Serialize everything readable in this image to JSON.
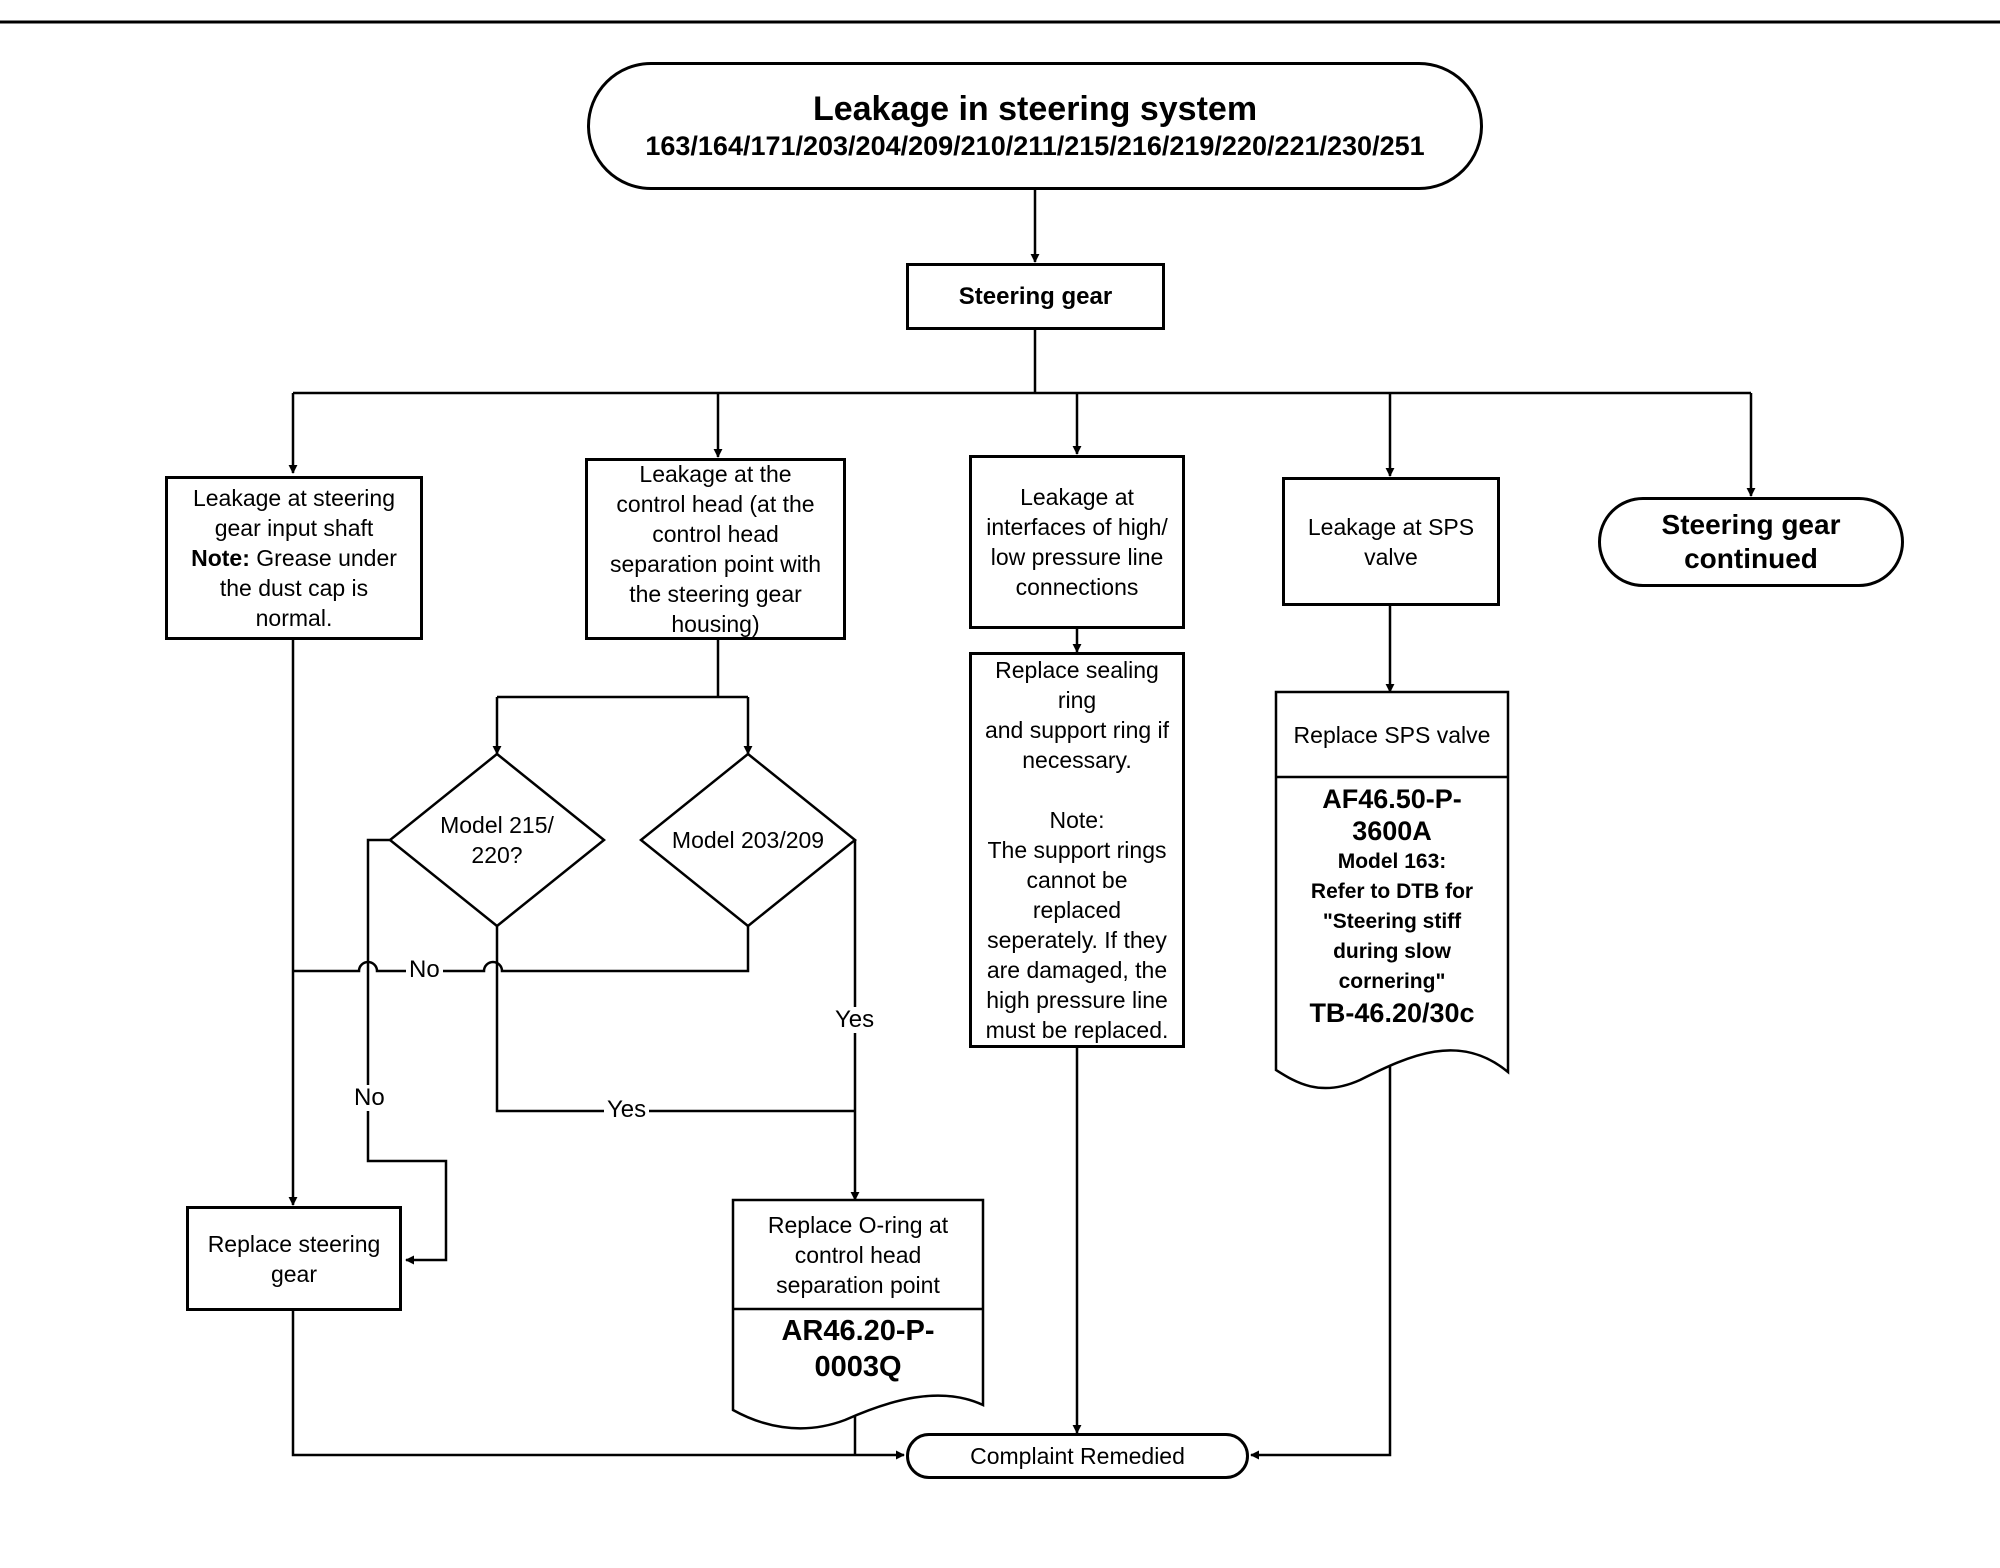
{
  "diagram": {
    "title": {
      "line1": "Leakage in steering system",
      "line2": "163/164/171/203/204/209/210/211/215/216/219/220/221/230/251"
    },
    "steering_gear": "Steering gear",
    "input_shaft": {
      "line1": "Leakage at steering",
      "line2": "gear input shaft",
      "note_label": "Note:",
      "line3": " Grease under",
      "line4": "the dust cap is",
      "line5": "normal."
    },
    "control_head": [
      "Leakage at the",
      "control head (at the",
      "control head",
      "separation point with",
      "the steering gear",
      "housing)"
    ],
    "interfaces": [
      "Leakage at",
      "interfaces of high/",
      "low pressure line",
      "connections"
    ],
    "sps_leak": [
      "Leakage at SPS",
      "valve"
    ],
    "continued": [
      "Steering gear",
      "continued"
    ],
    "decision_215": [
      "Model 215/",
      "220?"
    ],
    "decision_203": "Model 203/209",
    "replace_sealing": [
      "Replace sealing",
      "ring",
      "and support ring if",
      "necessary.",
      "",
      "Note:",
      "The support rings",
      "cannot be",
      "replaced",
      "seperately. If they",
      "are damaged, the",
      "high pressure line",
      "must be replaced."
    ],
    "replace_sps": {
      "header": "Replace SPS valve",
      "ref1": "AF46.50-P-",
      "ref2": "3600A",
      "line1": "Model 163:",
      "line2": "Refer to DTB for",
      "line3": "\"Steering stiff",
      "line4": "during slow",
      "line5": "cornering\"",
      "ref3": "TB-46.20/30c"
    },
    "replace_steering": [
      "Replace steering",
      "gear"
    ],
    "replace_oring": {
      "line1": "Replace O-ring at",
      "line2": "control head",
      "line3": "separation point",
      "ref1": "AR46.20-P-",
      "ref2": "0003Q"
    },
    "complaint": "Complaint Remedied",
    "labels": {
      "no_1": "No",
      "no_2": "No",
      "yes_1": "Yes",
      "yes_2": "Yes"
    }
  }
}
